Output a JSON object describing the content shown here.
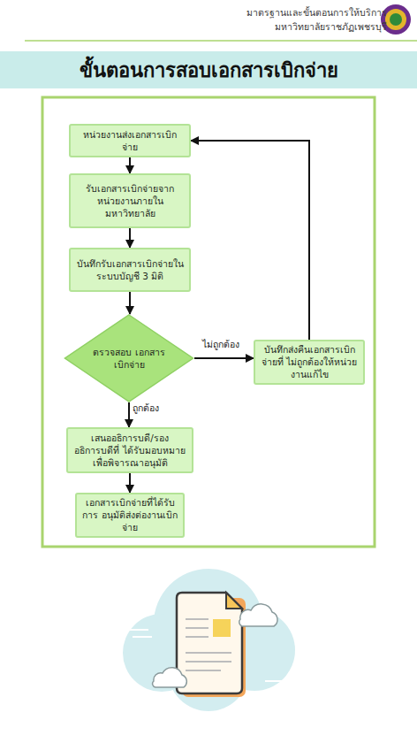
{
  "diagram": {
    "title": "ขั้นตอนการสอบเอกสารเบิกจ่าย",
    "nodes": [
      {
        "text": [
          "หน่วยงานส่งเอกสารเบิกจ่าย"
        ]
      },
      {
        "text": [
          "รับเอกสารเบิกจ่ายจาก หน่วยงานภายในมหาวิทยาลัย"
        ]
      },
      {
        "text": [
          "บันทึกรับเอกสารเบิกจ่ายใน ระบบบัญชี 3 มิติ"
        ]
      },
      {
        "text": [
          "ตรวจสอบ เอกสารเบิกจ่าย"
        ]
      },
      {
        "text": [
          "บันทึกส่งคืนเอกสารเบิกจ่ายที่ ไม่ถูกต้องให้หน่วยงานแก้ไข"
        ]
      },
      {
        "text": [
          "เสนออธิการบดี/รองอธิการบดีที่ ได้รับมอบหมายเพื่อพิจารณาอนุมัติ"
        ]
      },
      {
        "text": [
          "เอกสารเบิกจ่ายที่ได้รับการ อนุมัติส่งต่องานเบิกจ่าย"
        ]
      }
    ],
    "edges": [
      {
        "from": 0,
        "to": 1,
        "arrow": "to"
      },
      {
        "from": 1,
        "to": 2,
        "arrow": "to"
      },
      {
        "from": 2,
        "to": 3,
        "arrow": "to"
      },
      {
        "from": 3,
        "to": 4,
        "label": "ไม่ถูกต้อง",
        "arrow": "to"
      },
      {
        "from": 3,
        "to": 5,
        "label": "ถูกต้อง",
        "arrow": "to"
      },
      {
        "from": 4,
        "to": 0,
        "arrow": "to"
      },
      {
        "from": 5,
        "to": 6,
        "arrow": "to"
      }
    ],
    "labels": [
      "มาตรฐานและขั้นตอนการให้บริการ",
      "มหาวิทยาลัยราชภัฏเพชรบุรี"
    ]
  }
}
